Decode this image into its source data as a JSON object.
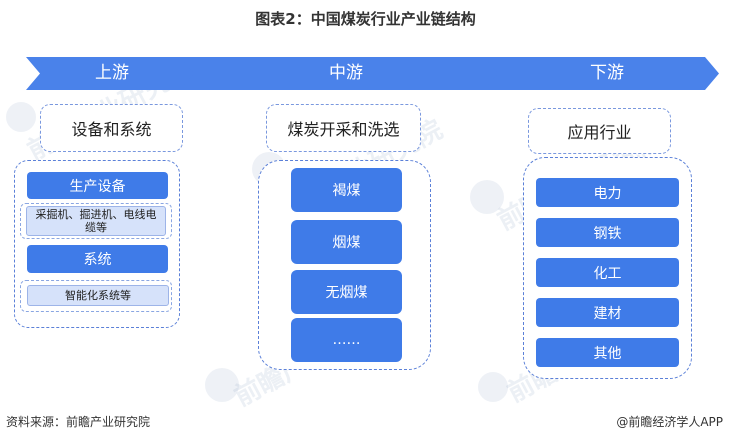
{
  "title": "图表2：中国煤炭行业产业链结构",
  "stages": [
    {
      "label": "上游",
      "header": "设备和系统"
    },
    {
      "label": "中游",
      "header": "煤炭开采和洗选"
    },
    {
      "label": "下游",
      "header": "应用行业"
    }
  ],
  "upstream": {
    "btn1": "生产设备",
    "sub1": "采掘机、掘进机、电线电缆等",
    "btn2": "系统",
    "sub2": "智能化系统等"
  },
  "midstream": [
    "褐煤",
    "烟煤",
    "无烟煤",
    "……"
  ],
  "downstream": [
    "电力",
    "钢铁",
    "化工",
    "建材",
    "其他"
  ],
  "footer": {
    "source": "资料来源：前瞻产业研究院",
    "brand": "@前瞻经济学人APP"
  },
  "watermark": "前瞻产业研究院",
  "colors": {
    "accent": "#3f7be8",
    "arrow": "#4a82ea",
    "dash": "#5b80d8"
  }
}
